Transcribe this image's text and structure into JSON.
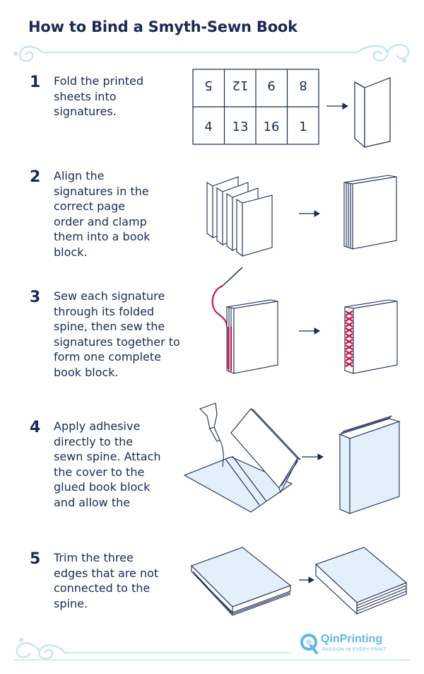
{
  "title": "How to Bind a Smyth-Sewn Book",
  "steps": [
    {
      "number": "1",
      "text": "Fold the printed\nsheets into\nsignatures."
    },
    {
      "number": "2",
      "text": "Align the\nsignatures in the\ncorrect page\norder and clamp\nthem into a book\nblock."
    },
    {
      "number": "3",
      "text": "Sew each signature\nthrough its folded\nspine, then sew the\nsignatures together to\nform one complete\nbook block."
    },
    {
      "number": "4",
      "text": "Apply adhesive\ndirectly to the\nsewn spine. Attach\nthe cover to the\nglued book block\nand allow the"
    },
    {
      "number": "5",
      "text": "Trim the three\nedges that are not\nconnected to the\nspine."
    }
  ],
  "imposition": {
    "top_row": [
      "5",
      "12",
      "9",
      "8"
    ],
    "bottom_row": [
      "4",
      "13",
      "16",
      "1"
    ]
  },
  "brand": {
    "name": "QinPrinting",
    "tagline": "PASSION IN EVERY PRINT"
  },
  "colors": {
    "navy": "#1b2a55",
    "thread": "#c8184a",
    "cover": "#e3f0fb",
    "brand": "#5fb8e6",
    "ornament": "#c9e4f4"
  }
}
